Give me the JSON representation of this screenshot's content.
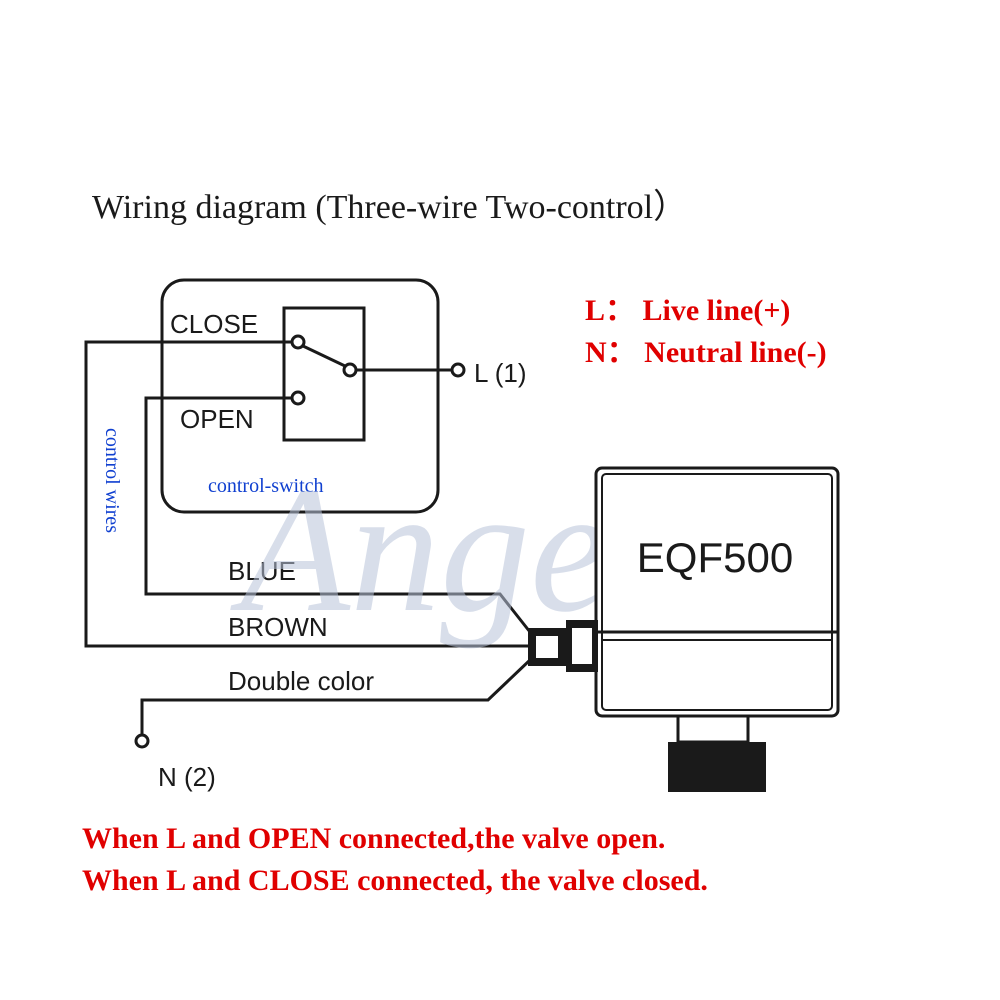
{
  "title": "Wiring diagram (Three-wire Two-control）",
  "legend": {
    "live": "L： Live line(+)",
    "neutral": "N：  Neutral line(-)"
  },
  "switch": {
    "close_label": "CLOSE",
    "open_label": "OPEN",
    "name": "control-switch",
    "live_terminal": "L (1)"
  },
  "control_wires_label": "control wires",
  "wires": {
    "blue": "BLUE",
    "brown": "BROWN",
    "double": "Double color"
  },
  "neutral_terminal": "N (2)",
  "valve_model": "EQF500",
  "watermark": "Angelia",
  "notes": [
    "When L and OPEN connected,the valve open.",
    "When L and CLOSE connected, the valve closed."
  ],
  "colors": {
    "note_red": "#e00000",
    "label_blue": "#1040d0",
    "watermark": "#b8c2d8",
    "line": "#1a1a1a"
  }
}
